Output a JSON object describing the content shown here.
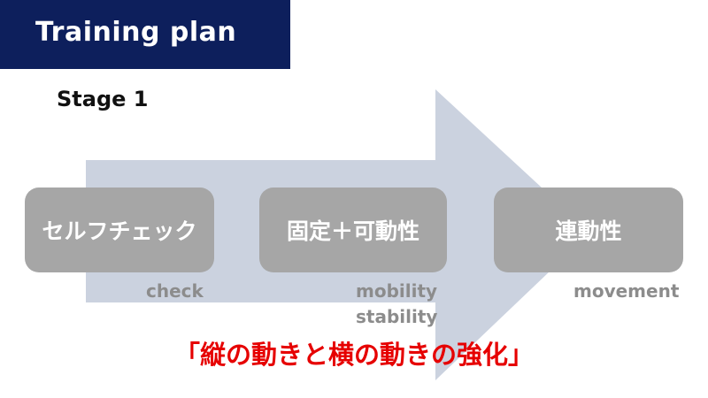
{
  "title": "Training plan",
  "stage": "Stage 1",
  "steps": [
    {
      "label": "セルフチェック",
      "caption": "check"
    },
    {
      "label": "固定＋可動性",
      "caption_line1": "mobility",
      "caption_line2": "stability"
    },
    {
      "label": "連動性",
      "caption": "movement"
    }
  ],
  "bottom_text": "「縦の動きと横の動きの強化」",
  "colors": {
    "banner": "#0d1f5c",
    "arrow": "#cbd2df",
    "box": "#a6a6a6",
    "caption": "#8c8c8c",
    "emphasis": "#e60000"
  }
}
